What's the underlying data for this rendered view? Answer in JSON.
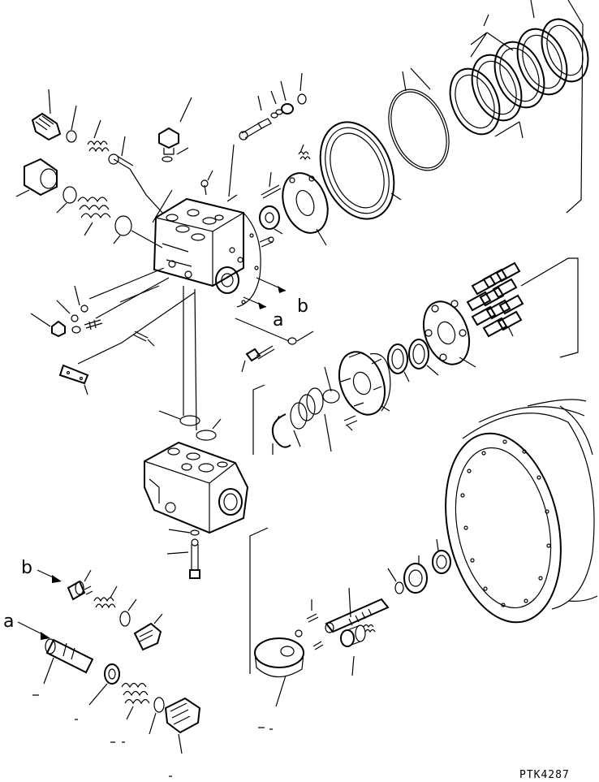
{
  "drawing_code": "PTK4287",
  "callouts": {
    "a_upper": "a",
    "b_upper": "b",
    "a_lower": "a",
    "b_lower": "b"
  }
}
